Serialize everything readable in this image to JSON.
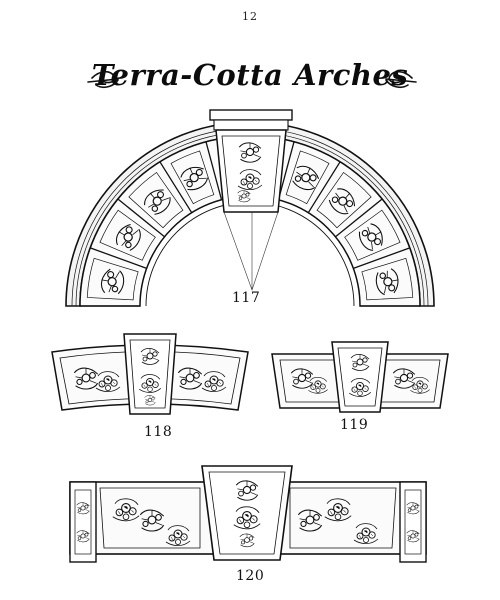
{
  "page": {
    "number": "12",
    "title": "Terra-Cotta Arches"
  },
  "figures": [
    {
      "id": "117",
      "label": "117"
    },
    {
      "id": "118",
      "label": "118"
    },
    {
      "id": "119",
      "label": "119"
    },
    {
      "id": "120",
      "label": "120"
    }
  ]
}
